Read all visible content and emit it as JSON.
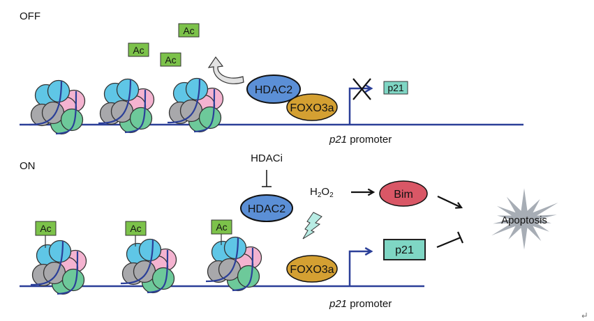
{
  "panels": {
    "off": {
      "label": "OFF",
      "acetyl_tags": [
        "Ac",
        "Ac",
        "Ac"
      ],
      "hdac": "HDAC2",
      "foxo": "FOXO3a",
      "gene": "p21",
      "promoter_italic": "p21",
      "promoter_text": " promoter",
      "transcription_blocked": true
    },
    "on": {
      "label": "ON",
      "acetyl_tags": [
        "Ac",
        "Ac",
        "Ac"
      ],
      "inhibitor": "HDACi",
      "hdac": "HDAC2",
      "h2o2_main": "H",
      "h2o2_sub1": "2",
      "h2o2_mid": "O",
      "h2o2_sub2": "2",
      "bim": "Bim",
      "foxo": "FOXO3a",
      "gene": "p21",
      "promoter_italic": "p21",
      "promoter_text": " promoter",
      "outcome": "Apoptosis"
    }
  },
  "colors": {
    "dna": "#2b3f98",
    "acetyl": "#7cc24a",
    "hdac": "#5b8fd6",
    "foxo": "#d4a032",
    "bim": "#d95766",
    "p21": "#7fd6c4",
    "histone_blue": "#5fc6e6",
    "histone_pink": "#f4b3d0",
    "histone_gray": "#a8a8ab",
    "histone_green": "#6dc99a",
    "apoptosis": "#a7adb5",
    "bolt": "#b8ece4"
  }
}
